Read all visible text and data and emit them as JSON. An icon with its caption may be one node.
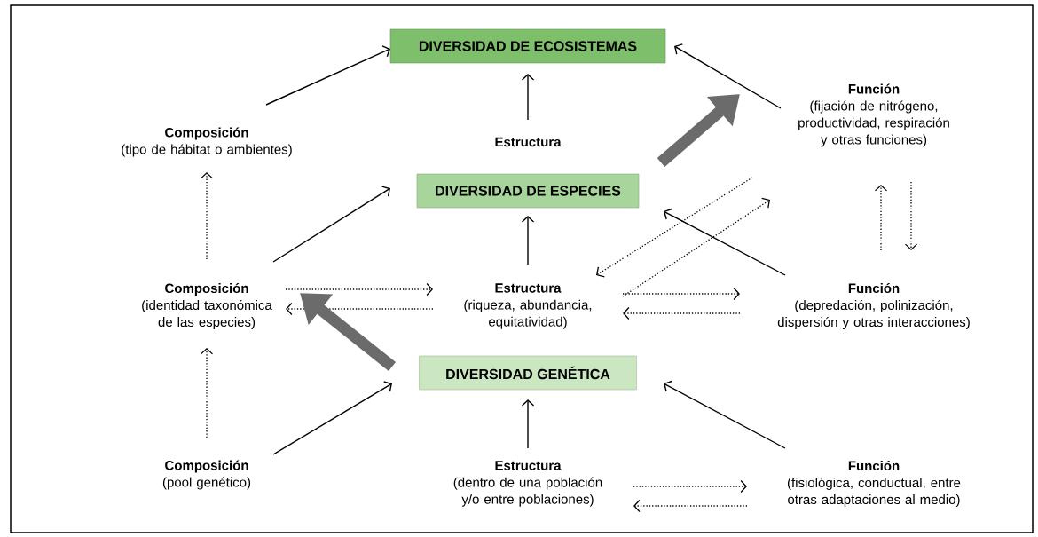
{
  "diagram": {
    "nodes": [
      {
        "text": [
          "DIVERSIDAD DE ECOSISTEMAS"
        ]
      },
      {
        "text": [
          "Composición",
          "(tipo de hábitat o ambientes)"
        ]
      },
      {
        "text": [
          "Estructura"
        ]
      },
      {
        "text": [
          "Función",
          "(fijación de nitrógeno, productividad, respiración y otras funciones)"
        ]
      },
      {
        "text": [
          "DIVERSIDAD DE ESPECIES"
        ]
      },
      {
        "text": [
          "Composición",
          "(identidad taxonómica de las especies)"
        ]
      },
      {
        "text": [
          "Estructura",
          "(riqueza, abundancia, equitatividad)"
        ]
      },
      {
        "text": [
          "Función",
          "(depredación, polinización, dispersión y otras interacciones)"
        ]
      },
      {
        "text": [
          "DIVERSIDAD GENÉTICA"
        ]
      },
      {
        "text": [
          "Composición",
          "(pool genético)"
        ]
      },
      {
        "text": [
          "Estructura",
          "(dentro de una población y/o entre poblaciones)"
        ]
      },
      {
        "text": [
          "Función",
          "(fisiológica, conductual, entre otras adaptaciones al medio)"
        ]
      }
    ],
    "edges": [
      {
        "from": 1,
        "to": 0,
        "arrow": "to"
      },
      {
        "from": 2,
        "to": 0,
        "arrow": "to"
      },
      {
        "from": 3,
        "to": 0,
        "arrow": "to"
      },
      {
        "from": 5,
        "to": 4,
        "arrow": "to"
      },
      {
        "from": 6,
        "to": 4,
        "arrow": "to"
      },
      {
        "from": 7,
        "to": 4,
        "arrow": "to"
      },
      {
        "from": 9,
        "to": 8,
        "arrow": "to"
      },
      {
        "from": 10,
        "to": 8,
        "arrow": "to"
      },
      {
        "from": 11,
        "to": 8,
        "arrow": "to"
      },
      {
        "from": 5,
        "to": 1,
        "arrow": "to",
        "style": "dashed"
      },
      {
        "from": 9,
        "to": 5,
        "arrow": "to",
        "style": "dashed"
      },
      {
        "from": 5,
        "to": 6,
        "arrow": "to",
        "style": "dashed"
      },
      {
        "from": 6,
        "to": 5,
        "arrow": "to",
        "style": "dashed"
      },
      {
        "from": 6,
        "to": 7,
        "arrow": "to",
        "style": "dashed"
      },
      {
        "from": 7,
        "to": 6,
        "arrow": "to",
        "style": "dashed"
      },
      {
        "from": 3,
        "to": 6,
        "arrow": "to",
        "style": "dashed"
      },
      {
        "from": 6,
        "to": 3,
        "arrow": "to",
        "style": "dashed"
      },
      {
        "from": 7,
        "to": 3,
        "arrow": "to",
        "style": "dashed"
      },
      {
        "from": 3,
        "to": 7,
        "arrow": "to",
        "style": "dashed"
      },
      {
        "from": 10,
        "to": 11,
        "arrow": "to",
        "style": "dashed"
      },
      {
        "from": 11,
        "to": 10,
        "arrow": "to",
        "style": "dashed"
      },
      {
        "from": 8,
        "to": 5,
        "arrow": "to",
        "style": "thick",
        "color": "#6b6b6b"
      },
      {
        "from": 4,
        "to": 3,
        "arrow": "to",
        "style": "thick",
        "color": "#6b6b6b"
      }
    ]
  }
}
